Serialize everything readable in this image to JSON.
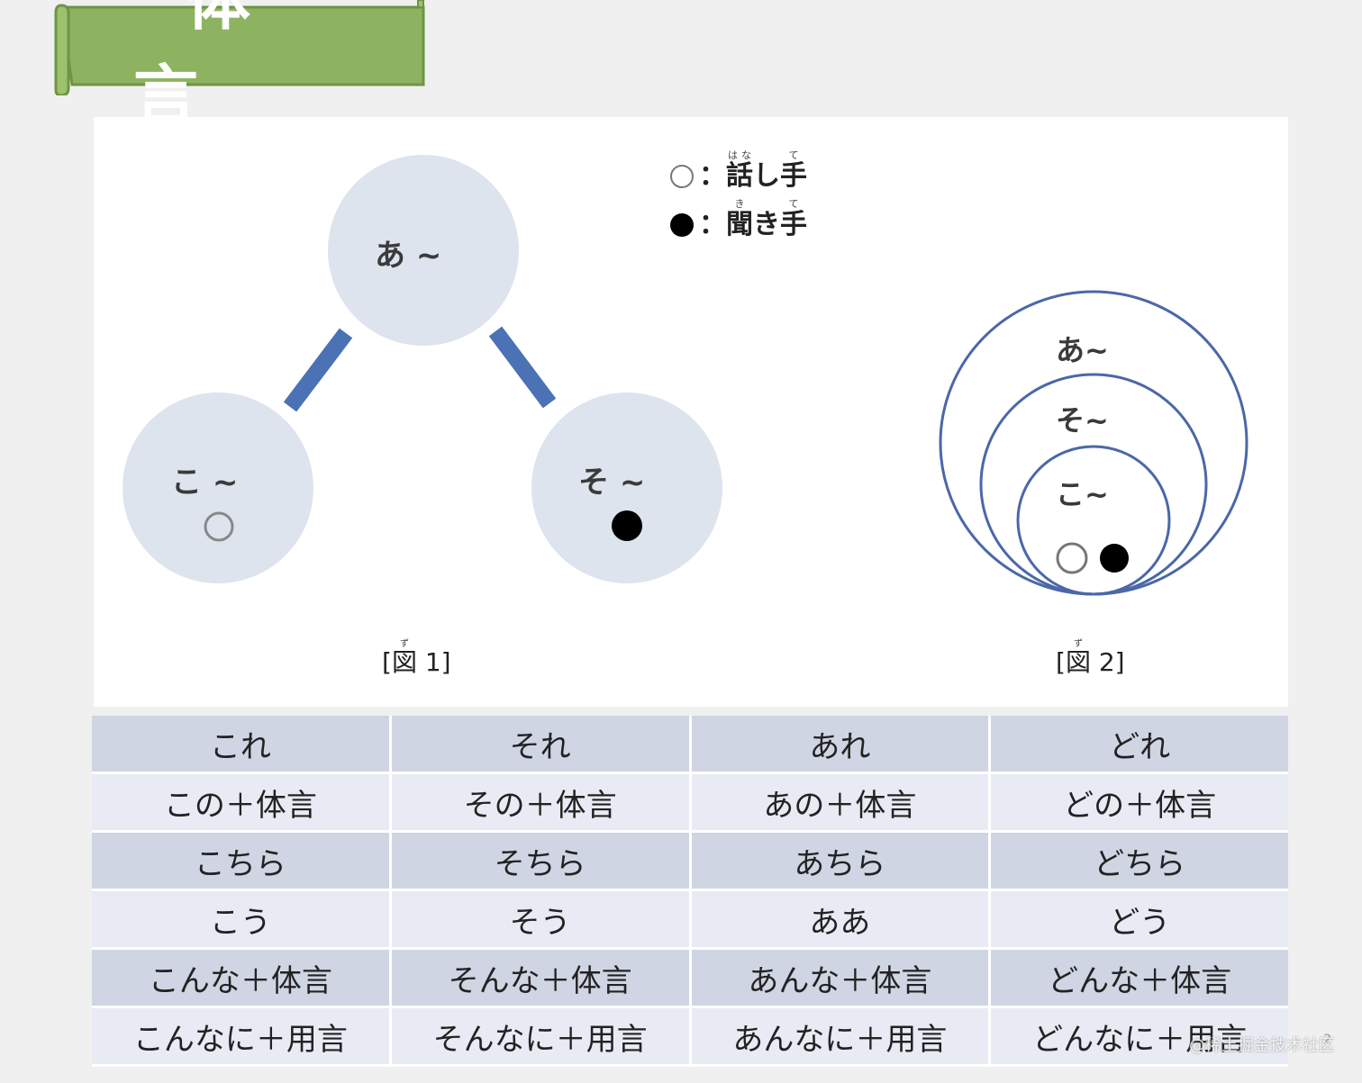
{
  "banner": {
    "title": "体 言",
    "fill": "#8db360",
    "border": "#6f9443"
  },
  "legend": [
    {
      "kind": "hollow",
      "ruby": [
        {
          "base": "話",
          "rt": "はな"
        },
        {
          "base": "し",
          "rt": ""
        },
        {
          "base": "手",
          "rt": "て"
        }
      ],
      "prefix": "："
    },
    {
      "kind": "solid",
      "ruby": [
        {
          "base": "聞",
          "rt": "き"
        },
        {
          "base": "き",
          "rt": ""
        },
        {
          "base": "手",
          "rt": "て"
        }
      ],
      "prefix": "："
    }
  ],
  "figure1": {
    "circles": {
      "top": "あ ~",
      "left": "こ ~",
      "right": "そ ~"
    },
    "caption": {
      "open": "[",
      "base": "図",
      "rt": "ず",
      "num": " 1]"
    },
    "circle_fill": "#dde4ed",
    "connector_color": "#4a72b5"
  },
  "figure2": {
    "rings": {
      "outer": "あ~",
      "middle": "そ~",
      "inner": "こ~"
    },
    "caption": {
      "open": "[",
      "base": "図",
      "rt": "ず",
      "num": " 2]"
    },
    "ring_color": "#4a68a8"
  },
  "table": {
    "rows": [
      [
        "これ",
        "それ",
        "あれ",
        "どれ"
      ],
      [
        "この＋体言",
        "その＋体言",
        "あの＋体言",
        "どの＋体言"
      ],
      [
        "こちら",
        "そちら",
        "あちら",
        "どちら"
      ],
      [
        "こう",
        "そう",
        "ああ",
        "どう"
      ],
      [
        "こんな＋体言",
        "そんな＋体言",
        "あんな＋体言",
        "どんな＋体言"
      ],
      [
        "こんなに＋用言",
        "そんなに＋用言",
        "あんなに＋用言",
        "どんなに＋用言"
      ]
    ]
  },
  "watermark": "@稀土掘金技术社区",
  "page_number": "2"
}
